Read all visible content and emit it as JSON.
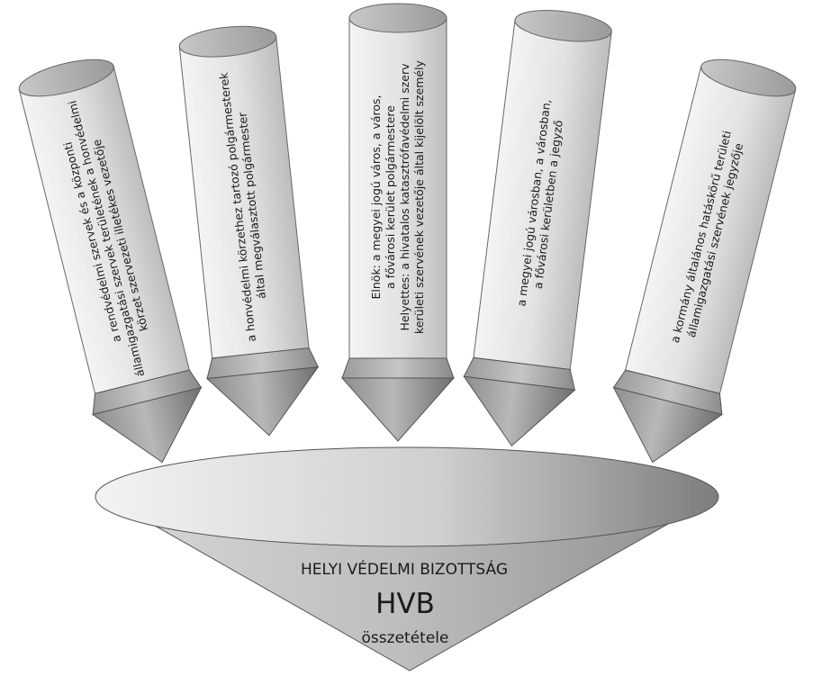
{
  "columns": [
    {
      "id": "col1",
      "lines": [
        "a rendvédelmi szervek és a központi",
        "államigazgatási szervek területének a honvédelmi",
        "körzet szervezeti illetékes vezetője"
      ]
    },
    {
      "id": "col2",
      "lines": [
        "a honvédelmi körzethez tartozó polgármesterek",
        "által megválasztott polgármester"
      ]
    },
    {
      "id": "col3",
      "lines": [
        "Elnök: a megyei jogú város, a város,",
        "a fővárosi kerület polgármestere",
        "Helyettes: a hivatalos katasztrófavédelmi szerv",
        "kerületi szervének vezetője által kijelölt személy"
      ]
    },
    {
      "id": "col4",
      "lines": [
        "a megyei jogú városban, a városban,",
        "a fővárosi kerületben a jegyző"
      ]
    },
    {
      "id": "col5",
      "lines": [
        "a kormány általános hatáskörű területi",
        "államigazgatási szervének jegyzője"
      ]
    }
  ],
  "funnel": {
    "title": "HELYI VÉDELMI BIZOTTSÁG",
    "abbreviation": "HVB",
    "subtitle": "összetétele"
  }
}
